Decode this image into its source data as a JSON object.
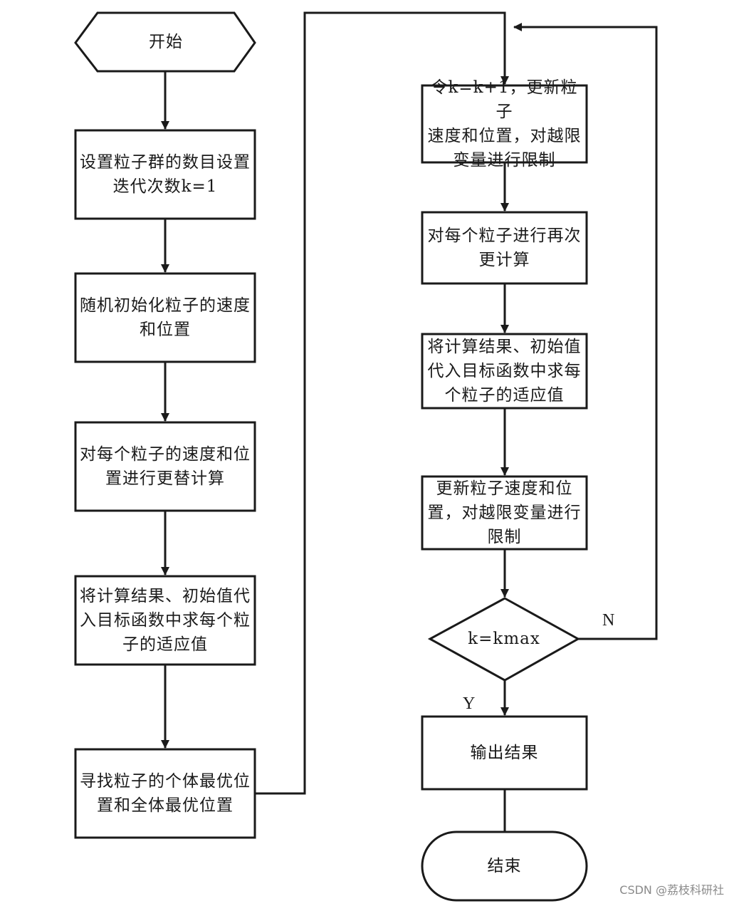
{
  "flowchart": {
    "start": "开始",
    "steps_left": [
      "设置粒子群的数目设置\n迭代次数k=1",
      "随机初始化粒子的速度\n和位置",
      "对每个粒子的速度和位\n置进行更替计算",
      "将计算结果、初始值代\n入目标函数中求每个粒\n子的适应值",
      "寻找粒子的个体最优位\n置和全体最优位置"
    ],
    "steps_right": [
      "令k=k+1，更新粒子\n速度和位置，对越限\n变量进行限制",
      "对每个粒子进行再次\n更计算",
      "将计算结果、初始值\n代入目标函数中求每\n个粒子的适应值",
      "更新粒子速度和位\n置，对越限变量进行\n限制"
    ],
    "decision": "k=kmax",
    "branch_no": "N",
    "branch_yes": "Y",
    "output": "输出结果",
    "end": "结束"
  },
  "watermark": "CSDN @荔枝科研社",
  "colors": {
    "line": "#1a1a1a",
    "background": "#ffffff"
  }
}
